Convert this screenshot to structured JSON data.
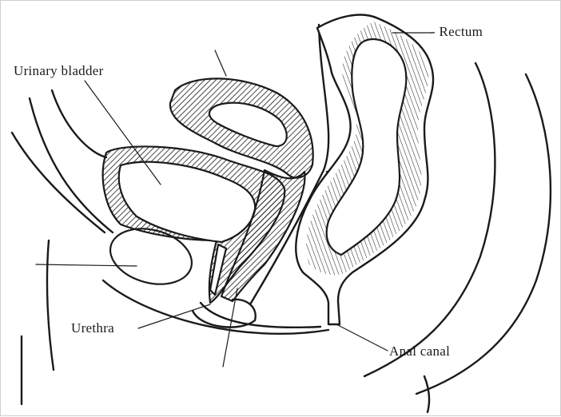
{
  "labels": {
    "urinary_bladder": "Urinary bladder",
    "rectum": "- Rectum",
    "urethra": "Urethra",
    "anal_canal": "Anal canal"
  }
}
